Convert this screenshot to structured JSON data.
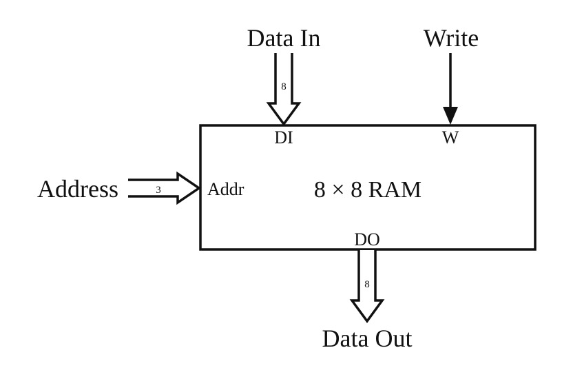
{
  "diagram": {
    "block": {
      "title": "8 × 8 RAM",
      "ports": {
        "data_in": "DI",
        "write": "W",
        "address": "Addr",
        "data_out": "DO"
      }
    },
    "signals": {
      "data_in": {
        "label": "Data In",
        "bus_width": "8",
        "kind": "bus"
      },
      "write": {
        "label": "Write",
        "kind": "single"
      },
      "address": {
        "label": "Address",
        "bus_width": "3",
        "kind": "bus"
      },
      "data_out": {
        "label": "Data Out",
        "bus_width": "8",
        "kind": "bus"
      }
    },
    "colors": {
      "stroke": "#111111",
      "background": "#ffffff"
    }
  }
}
